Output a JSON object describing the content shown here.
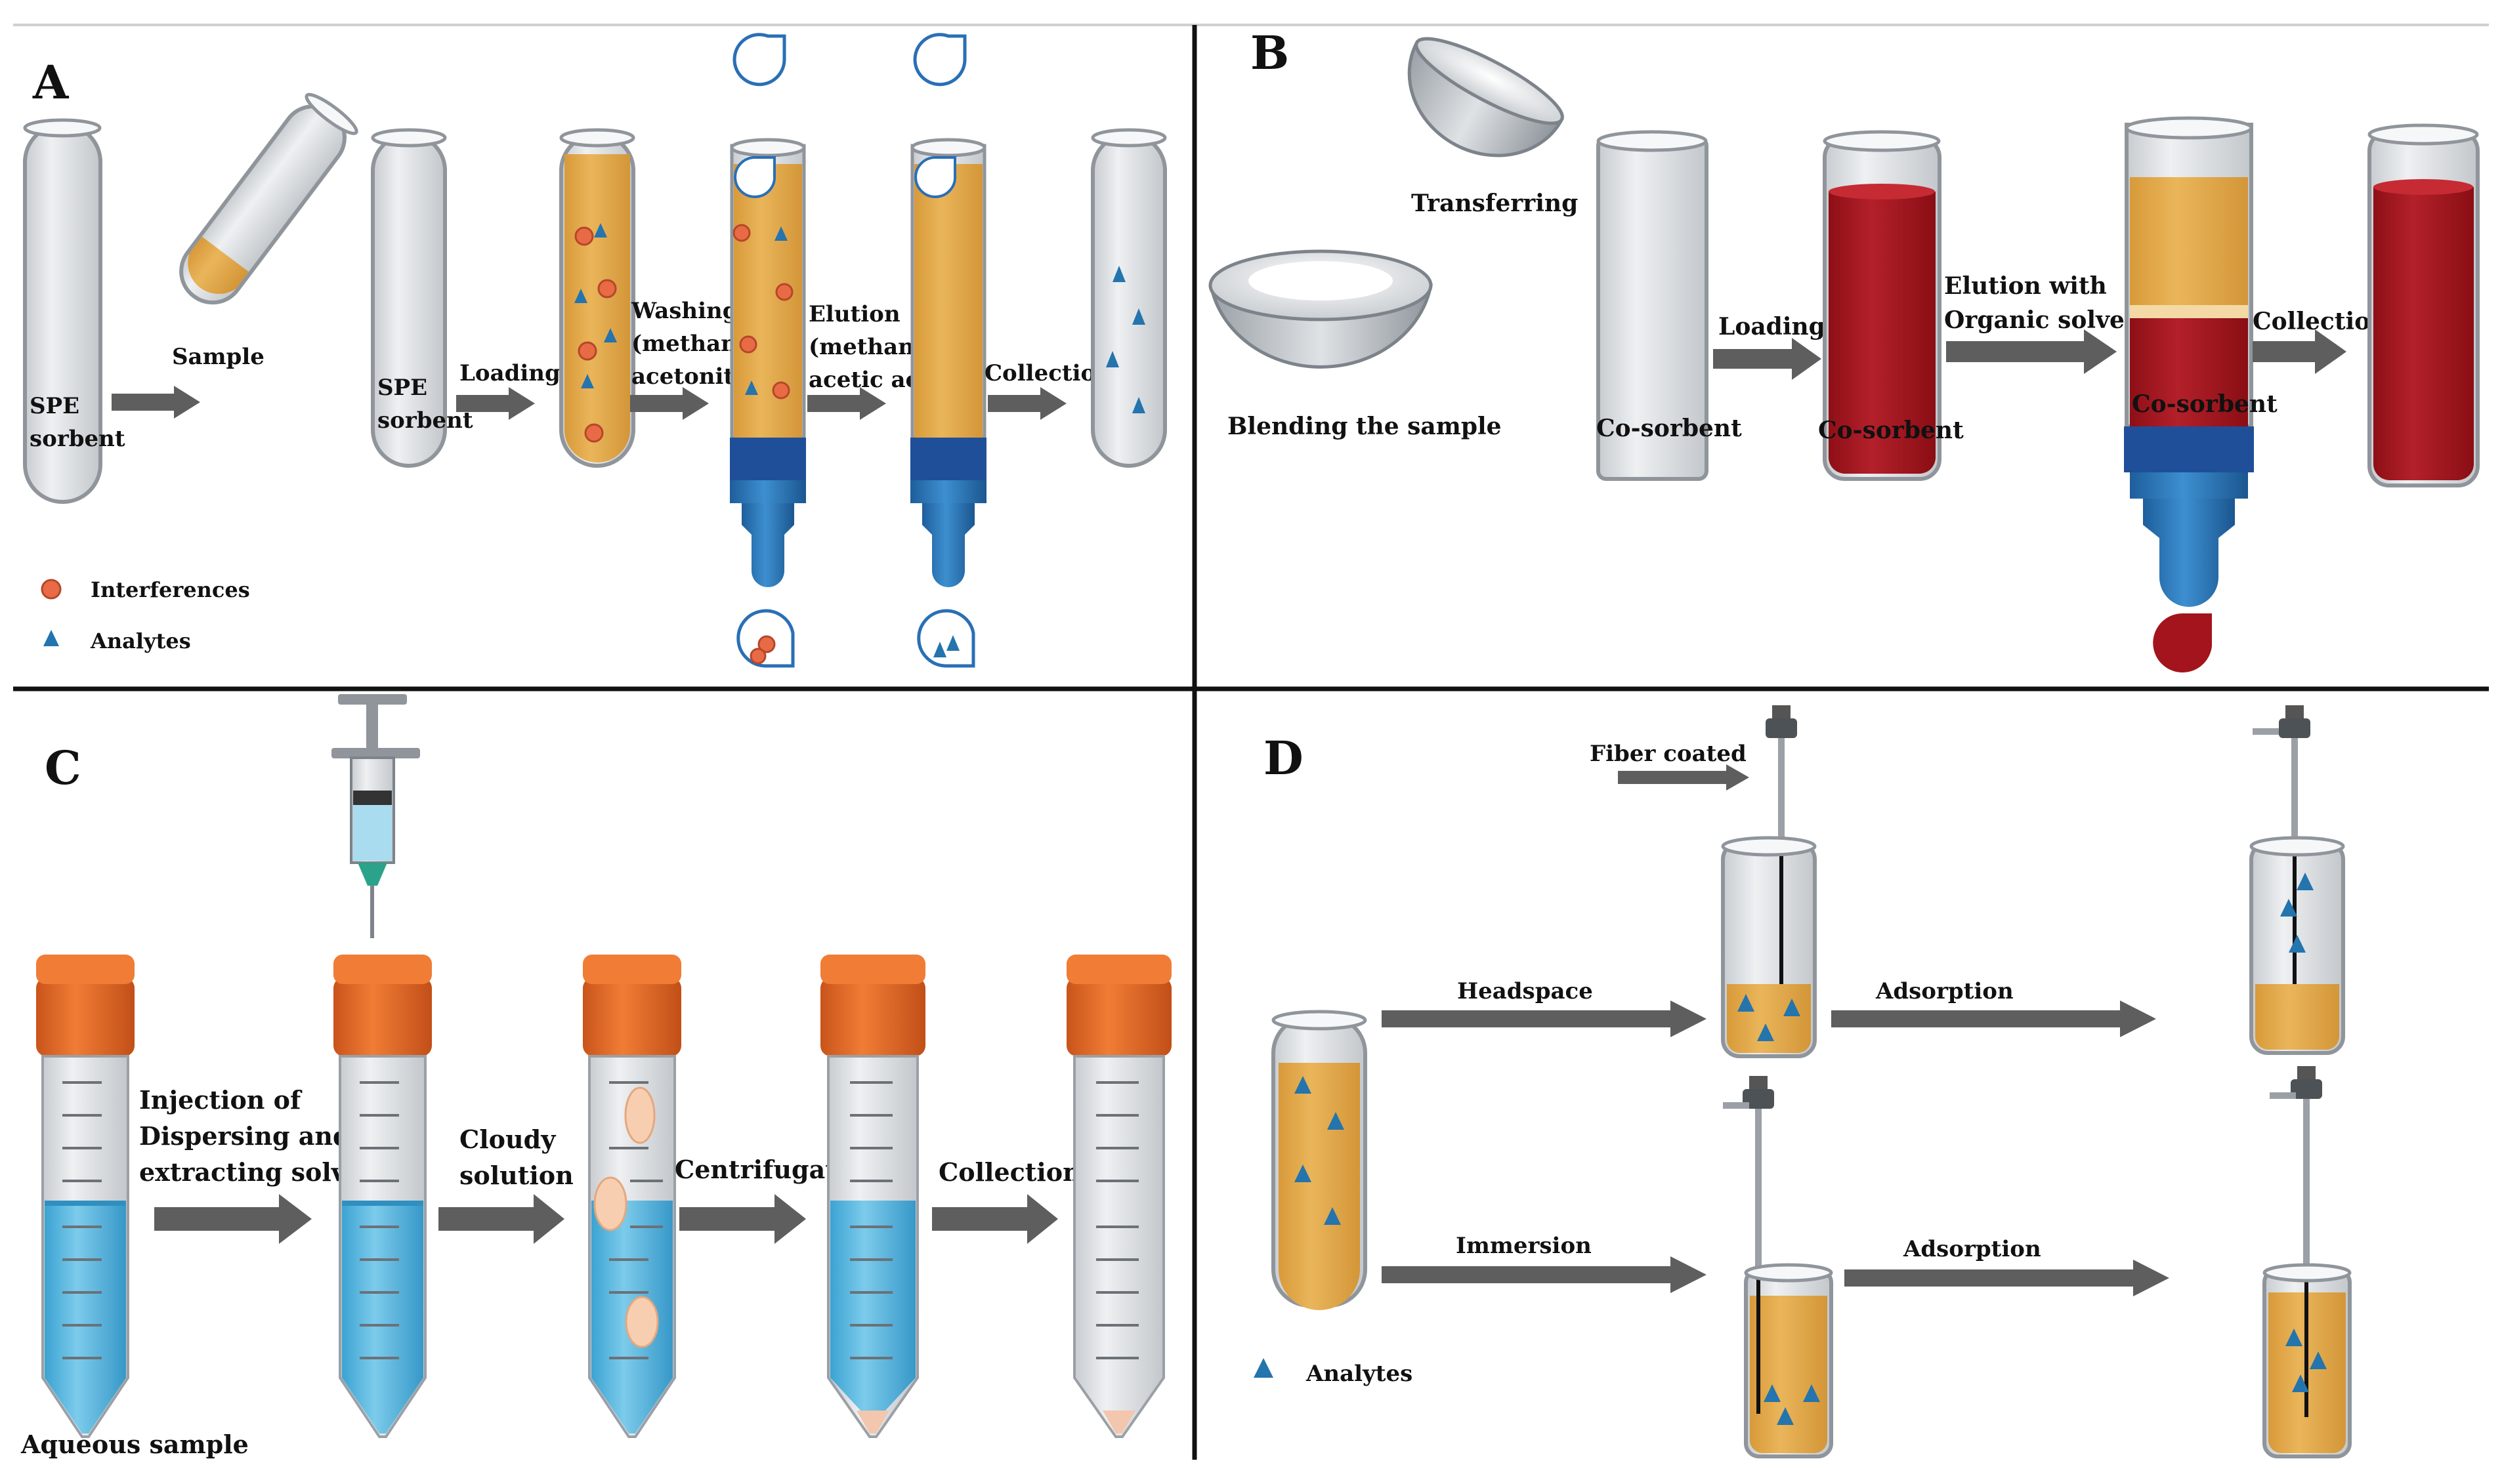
{
  "colors": {
    "tube_glass": "#dfe2e5",
    "tube_edge": "#9aa0a6",
    "sample_orange": "#e2a94a",
    "blood_red": "#a3141c",
    "aqueous_blue": "#4fb3dd",
    "cap_orange": "#e36a28",
    "cartridge_blue": "#2a6fb6",
    "interference": "#e86b45",
    "analyte": "#2474ad",
    "arrow": "#5a5a5a"
  },
  "panel_a": {
    "letter": "A",
    "spe_sorbent_1": "SPE\nsorbent",
    "sample": "Sample",
    "spe_sorbent_2": "SPE\nsorbent",
    "loading": "Loading",
    "washing": "Washing\n(methanol,\nacetonitrile)",
    "elution": "Elution\n(methanol,\nacetic acid",
    "collection": "Collection",
    "legend_interferences": "Interferences",
    "legend_analytes": "Analytes"
  },
  "panel_b": {
    "letter": "B",
    "transferring": "Transferring",
    "blending": "Blending the sample",
    "cosorbent_1": "Co-sorbent",
    "loading": "Loading",
    "cosorbent_2": "Co-sorbent",
    "elution": "Elution with\nOrganic solvents",
    "cosorbent_3": "Co-sorbent",
    "collection": "Collection"
  },
  "panel_c": {
    "letter": "C",
    "injection": "Injection of\nDispersing and\nextracting solvents",
    "cloudy": "Cloudy\nsolution",
    "centrifugation": "Centrifugation",
    "collection": "Collection",
    "aqueous_sample": "Aqueous sample"
  },
  "panel_d": {
    "letter": "D",
    "fiber_coated": "Fiber coated",
    "headspace": "Headspace",
    "adsorption_1": "Adsorption",
    "immersion": "Immersion",
    "adsorption_2": "Adsorption",
    "legend_analytes": "Analytes"
  }
}
